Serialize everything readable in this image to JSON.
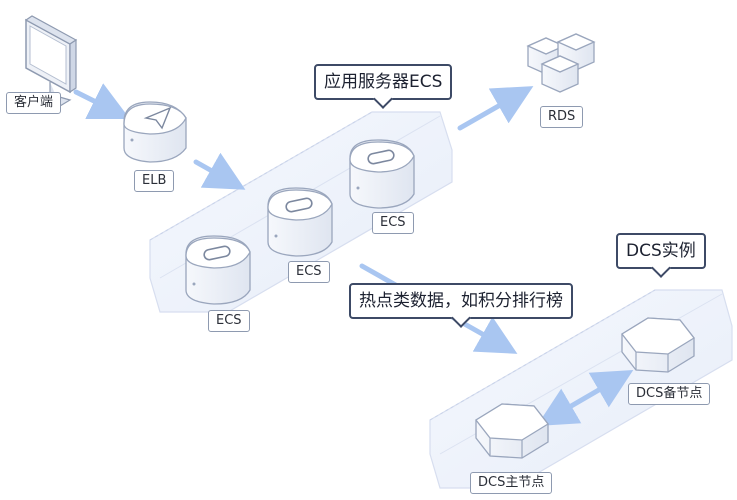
{
  "labels": {
    "client": "客户端",
    "elb": "ELB",
    "rds": "RDS",
    "ecs1": "ECS",
    "ecs2": "ECS",
    "ecs3": "ECS",
    "dcs_master": "DCS主节点",
    "dcs_standby": "DCS备节点"
  },
  "callouts": {
    "app_server": "应用服务器ECS",
    "hot_data": "热点类数据，如积分排行榜",
    "dcs_instance": "DCS实例"
  },
  "colors": {
    "arrow": "#a9c6f1",
    "platform_fill": "#eef2fb",
    "platform_stroke": "#d3dbee",
    "node_body": "#eef1f7",
    "node_top": "#ffffff",
    "node_stroke": "#9aa6bd",
    "callout_border": "#3d4a66"
  }
}
